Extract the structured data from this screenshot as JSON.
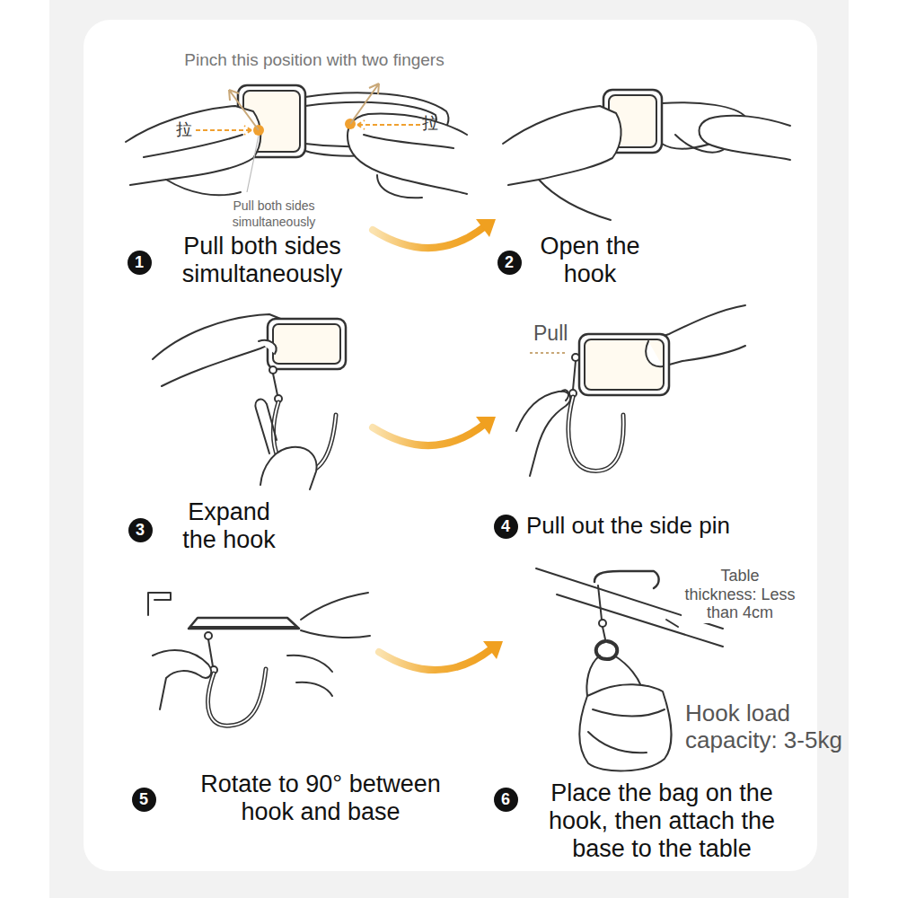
{
  "diagram": {
    "labels": [
      "Pinch this position with two fingers",
      "拉",
      "拉",
      "Pull both sides simultaneously",
      "1",
      "Pull both sides simultaneously",
      "2",
      "Open the hook",
      "3",
      "Expand the hook",
      "Pull",
      "4",
      "Pull out the side pin",
      "5",
      "Rotate to 90° between hook and base",
      "Table thickness: Less than 4cm",
      "Hook load capacity: 3-5kg",
      "6",
      "Place the bag on the hook, then attach the base to the table"
    ]
  }
}
